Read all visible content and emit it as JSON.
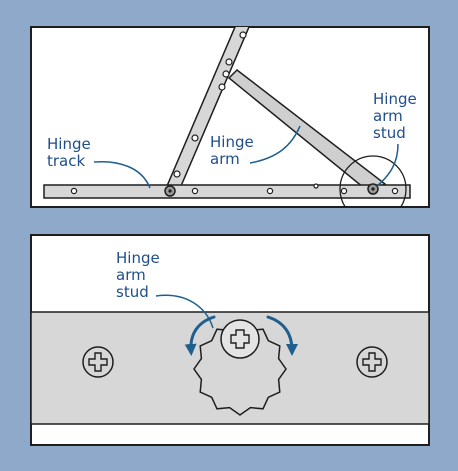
{
  "colors": {
    "background": "#8fa9ca",
    "panel": "#ffffff",
    "outline": "#1e1e1e",
    "metal": "#d7d7d7",
    "metal_dark": "#b9b9b9",
    "label": "#1f4e8c",
    "leader": "#1f5f8f"
  },
  "top_panel": {
    "labels": {
      "hinge_track": [
        "Hinge",
        "track"
      ],
      "hinge_arm": [
        "Hinge",
        "arm"
      ],
      "hinge_arm_stud": [
        "Hinge",
        "arm",
        "stud"
      ]
    }
  },
  "bottom_panel": {
    "labels": {
      "hinge_arm_stud": [
        "Hinge",
        "arm",
        "stud"
      ]
    },
    "icons": [
      "phillips-screw-icon",
      "rotation-arrows-icon"
    ]
  }
}
